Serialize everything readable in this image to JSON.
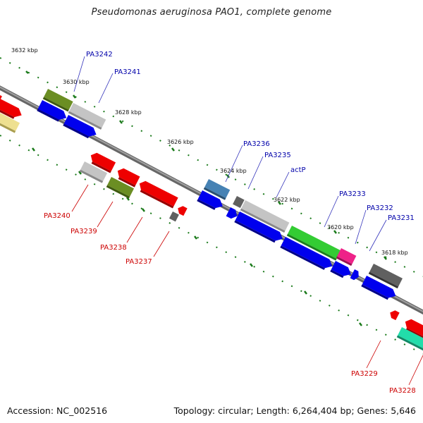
{
  "title": "Pseudomonas aeruginosa PAO1, complete genome",
  "footer": {
    "accession": "Accession: NC_002516",
    "info": "Topology: circular; Length: 6,264,404 bp; Genes: 5,646"
  },
  "ticks": [
    {
      "label": "3632 kbp"
    },
    {
      "label": "3630 kbp"
    },
    {
      "label": "3628 kbp"
    },
    {
      "label": "3626 kbp"
    },
    {
      "label": "3624 kbp"
    },
    {
      "label": "3622 kbp"
    },
    {
      "label": "3620 kbp"
    },
    {
      "label": "3618 kbp"
    }
  ],
  "labels_blue": [
    {
      "text": "PA3242"
    },
    {
      "text": "PA3241"
    },
    {
      "text": "PA3236"
    },
    {
      "text": "PA3235"
    },
    {
      "text": "actP"
    },
    {
      "text": "PA3233"
    },
    {
      "text": "PA3232"
    },
    {
      "text": "PA3231"
    }
  ],
  "labels_red": [
    {
      "text": "PA3240"
    },
    {
      "text": "PA3239"
    },
    {
      "text": "PA3238"
    },
    {
      "text": "PA3237"
    },
    {
      "text": "PA3229"
    },
    {
      "text": "PA3228"
    }
  ],
  "colors": {
    "backbone": "#8a8a8a",
    "cds_blue": "#0000ee",
    "cds_red": "#ee0000",
    "olive": "#6b8e23",
    "light_gray": "#c0c0c0",
    "dark_gray": "#606060",
    "green": "#33cc33",
    "pink": "#ee2288",
    "steel_blue": "#4682b4",
    "yellow": "#eee090",
    "teal": "#22ddaa",
    "tick": "#1a7a1a"
  }
}
